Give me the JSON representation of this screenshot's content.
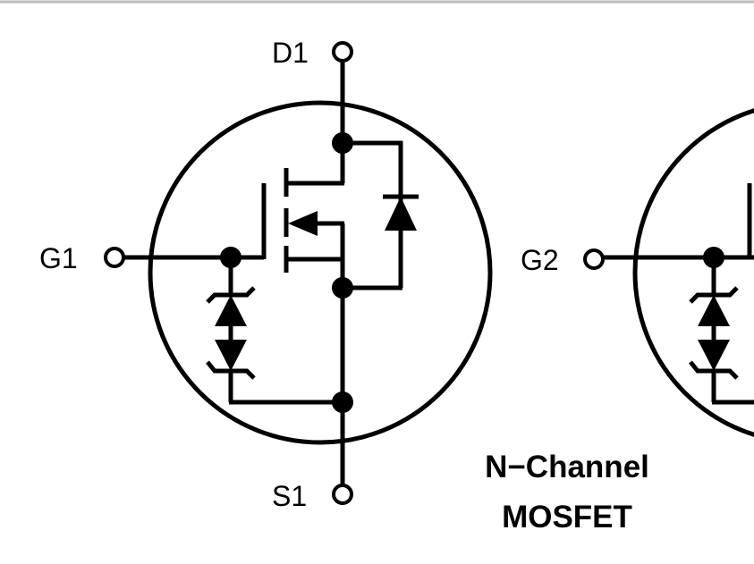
{
  "pins": {
    "d1": "D1",
    "g1": "G1",
    "s1": "S1",
    "g2": "G2"
  },
  "caption": {
    "line1": "N−Channel",
    "line2": "MOSFET"
  }
}
